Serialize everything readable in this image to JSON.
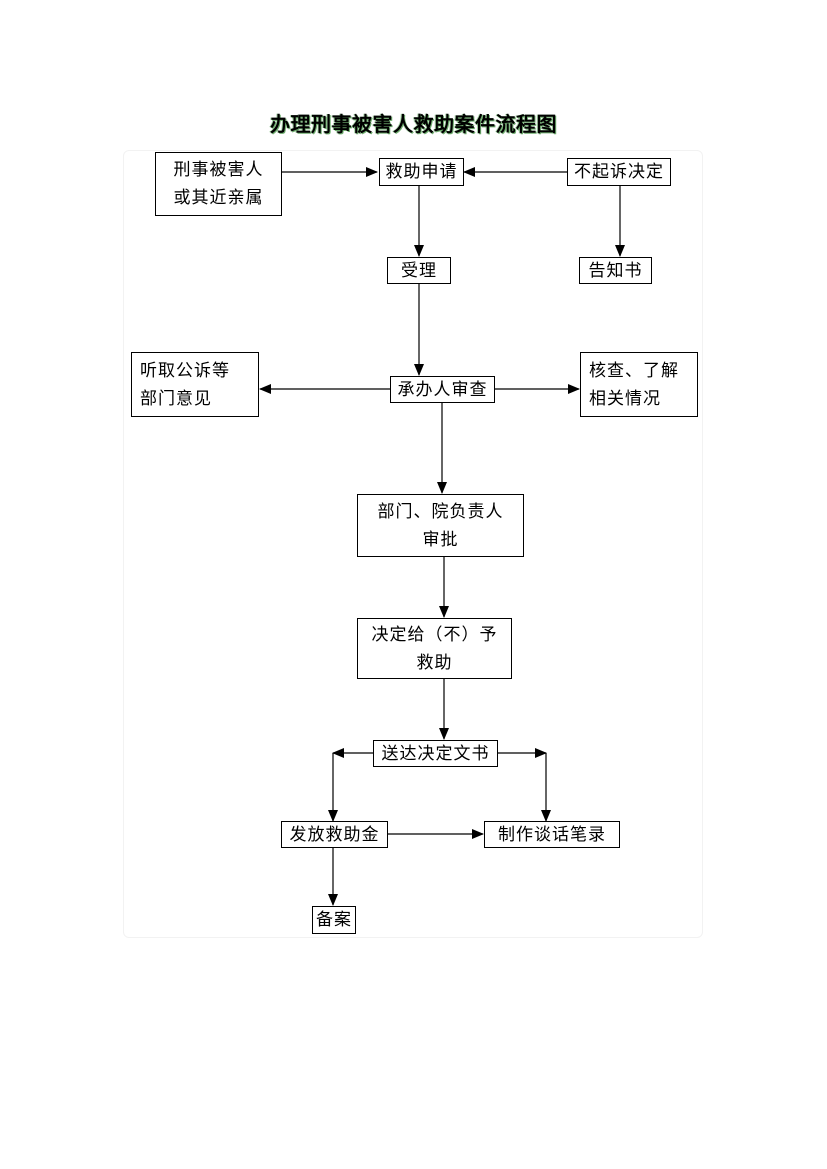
{
  "title": "办理刑事被害人救助案件流程图",
  "nodes": {
    "victim": "刑事被害人\n或其近亲属",
    "application": "救助申请",
    "non_prosecution": "不起诉决定",
    "notice": "告知书",
    "acceptance": "受理",
    "hear_opinions": "听取公诉等\n部门意见",
    "handler_review": "承办人审查",
    "verify": "核查、了解\n相关情况",
    "approval": "部门、院负责人\n审批",
    "decision": "决定给（不）予\n救助",
    "deliver": "送达决定文书",
    "disburse": "发放救助金",
    "record": "制作谈话笔录",
    "archive": "备案"
  }
}
